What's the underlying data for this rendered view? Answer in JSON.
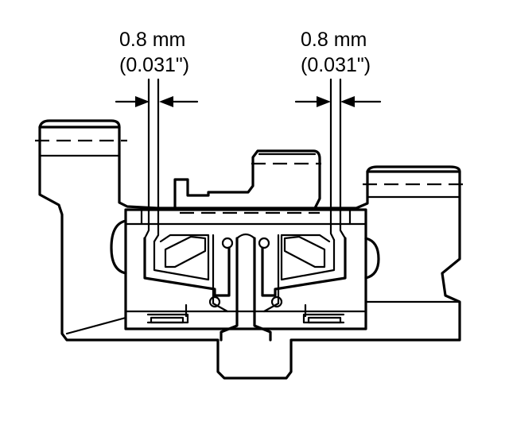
{
  "clearance_left": {
    "metric": "0.8 mm",
    "imperial": "(0.031\")"
  },
  "clearance_right": {
    "metric": "0.8 mm",
    "imperial": "(0.031\")"
  }
}
